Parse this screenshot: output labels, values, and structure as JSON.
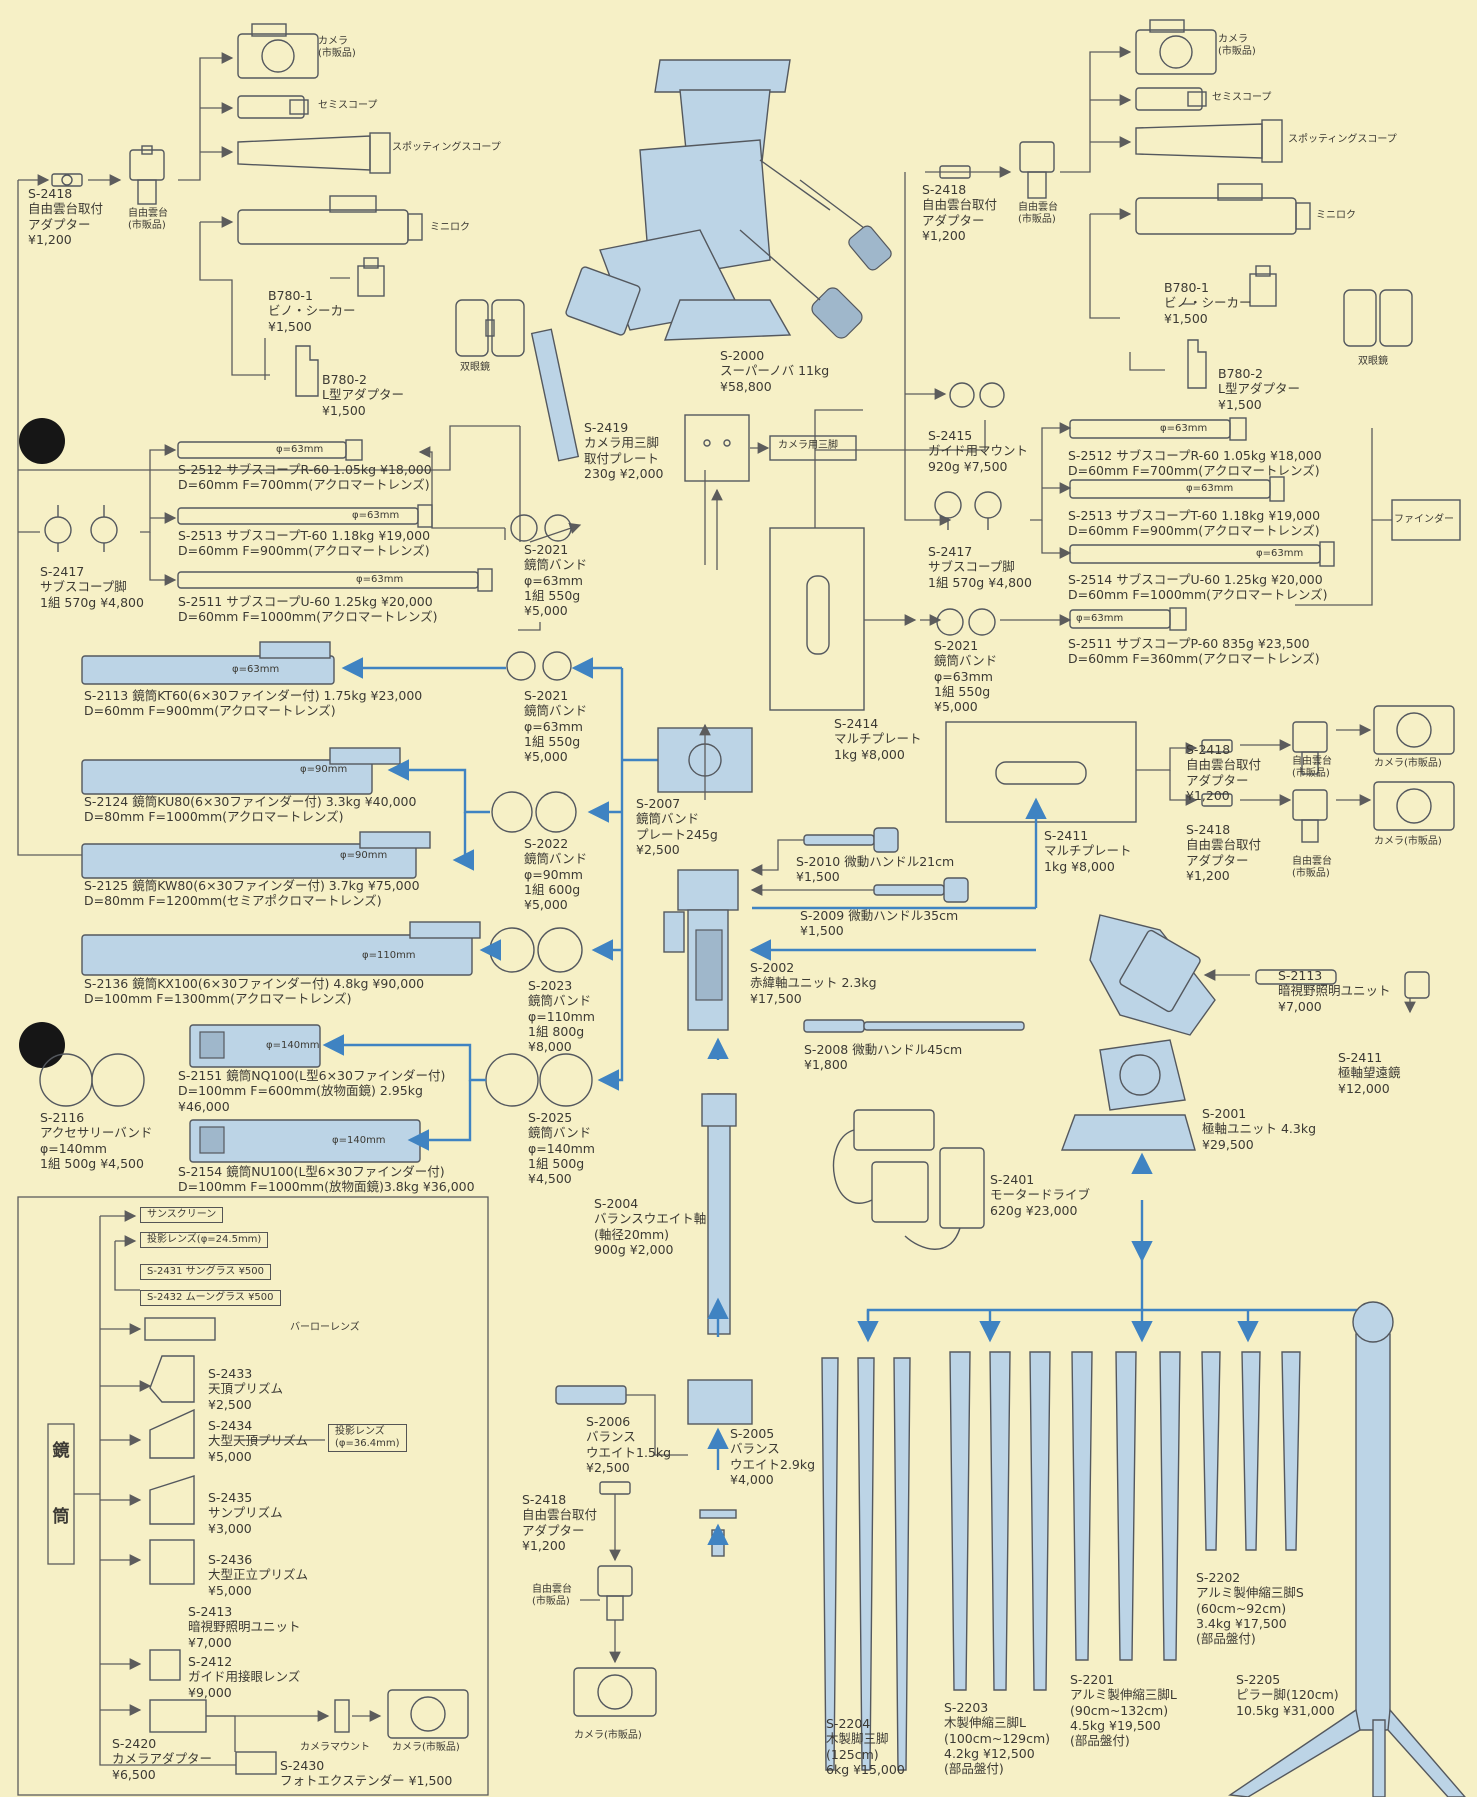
{
  "labels": {
    "camera_top_left": "カメラ\n(市販品)",
    "semiscope_top_left": "セミスコープ",
    "spotting_top_left": "スポッティングスコープ",
    "mirok_top_left": "ミニロク",
    "s2418_left": "S-2418\n自由雲台取付\nアダプター\n¥1,200",
    "free_head_left": "自由雲台\n(市販品)",
    "b780_1_left": "B780-1\nビノ・シーカー\n¥1,500",
    "b780_2_left": "B780-2\nL型アダプター\n¥1,500",
    "binocular_left": "双眼鏡",
    "s2000": "S-2000\nスーパーノバ 11kg\n¥58,800",
    "camera_top_right": "カメラ\n(市販品)",
    "semiscope_top_right": "セミスコープ",
    "spotting_top_right": "スポッティングスコープ",
    "mirok_top_right": "ミニロク",
    "s2418_right": "S-2418\n自由雲台取付\nアダプター\n¥1,200",
    "free_head_right": "自由雲台\n(市販品)",
    "b780_1_right": "B780-1\nビノ・シーカー\n¥1,500",
    "b780_2_right": "B780-2\nL型アダプター\n¥1,500",
    "binocular_right": "双眼鏡",
    "phi63_a": "φ=63mm",
    "s2512_left": "S-2512 サブスコープR-60 1.05kg ¥18,000\nD=60mm F=700mm(アクロマートレンズ)",
    "phi63_b": "φ=63mm",
    "s2513_left": "S-2513 サブスコープT-60 1.18kg ¥19,000\nD=60mm F=900mm(アクロマートレンズ)",
    "phi63_c": "φ=63mm",
    "s2511_left": "S-2511 サブスコープU-60 1.25kg ¥20,000\nD=60mm F=1000mm(アクロマートレンズ)",
    "s2417_left": "S-2417\nサブスコープ脚\n1組 570g ¥4,800",
    "s2021_top": "S-2021\n鏡筒バンド\nφ=63mm\n1組 550g\n¥5,000",
    "s2419": "S-2419\nカメラ用三脚\n取付プレート\n230g ¥2,000",
    "camera_tripod": "カメラ用三脚",
    "s2415": "S-2415\nガイド用マウント\n920g ¥7,500",
    "s2417_right": "S-2417\nサブスコープ脚\n1組 570g ¥4,800",
    "phi63_d": "φ=63mm",
    "s2512_right": "S-2512 サブスコープR-60 1.05kg ¥18,000\nD=60mm F=700mm(アクロマートレンズ)",
    "phi63_e": "φ=63mm",
    "s2513_right": "S-2513 サブスコープT-60 1.18kg ¥19,000\nD=60mm F=900mm(アクロマートレンズ)",
    "finder": "ファインダー",
    "phi63_f": "φ=63mm",
    "s2514_right": "S-2514 サブスコープU-60 1.25kg ¥20,000\nD=60mm F=1000mm(アクロマートレンズ)",
    "phi63_g": "φ=63mm",
    "s2511_right": "S-2511 サブスコープP-60 835g ¥23,500\nD=60mm F=360mm(アクロマートレンズ)",
    "s2021_right": "S-2021\n鏡筒バンド\nφ=63mm\n1組 550g\n¥5,000",
    "phi63_h": "φ=63mm",
    "s2113_kt60": "S-2113 鏡筒KT60(6×30ファインダー付) 1.75kg ¥23,000\nD=60mm F=900mm(アクロマートレンズ)",
    "s2021_mid": "S-2021\n鏡筒バンド\nφ=63mm\n1組 550g\n¥5,000",
    "s2007": "S-2007\n鏡筒バンド\nプレート245g\n¥2,500",
    "s2414": "S-2414\nマルチプレート\n1kg ¥8,000",
    "s2418_r2a": "S-2418\n自由雲台取付\nアダプター\n¥1,200",
    "free_head_r2a": "自由雲台\n(市販品)",
    "camera_r2a": "カメラ(市販品)",
    "phi90_a": "φ=90mm",
    "s2124": "S-2124 鏡筒KU80(6×30ファインダー付) 3.3kg ¥40,000\nD=80mm F=1000mm(アクロマートレンズ)",
    "phi90_b": "φ=90mm",
    "s2125": "S-2125 鏡筒KW80(6×30ファインダー付) 3.7kg ¥75,000\nD=80mm F=1200mm(セミアポクロマートレンズ)",
    "s2022": "S-2022\n鏡筒バンド\nφ=90mm\n1組 600g\n¥5,000",
    "s2411": "S-2411\nマルチプレート\n1kg ¥8,000",
    "s2418_r2b": "S-2418\n自由雲台取付\nアダプター\n¥1,200",
    "free_head_r2b": "自由雲台\n(市販品)",
    "camera_r2b": "カメラ(市販品)",
    "s2010": "S-2010 微動ハンドル21cm\n¥1,500",
    "s2009": "S-2009 微動ハンドル35cm\n¥1,500",
    "phi110": "φ=110mm",
    "s2136": "S-2136 鏡筒KX100(6×30ファインダー付) 4.8kg ¥90,000\nD=100mm F=1300mm(アクロマートレンズ)",
    "s2023": "S-2023\n鏡筒バンド\nφ=110mm\n1組 800g\n¥8,000",
    "s2002": "S-2002\n赤緯軸ユニット 2.3kg\n¥17,500",
    "s2113_illum": "S-2113\n暗視野照明ユニット\n¥7,000",
    "phi140_a": "φ=140mm",
    "s2151": "S-2151 鏡筒NQ100(L型6×30ファインダー付)\nD=100mm F=600mm(放物面鏡) 2.95kg\n¥46,000",
    "s2008": "S-2008 微動ハンドル45cm\n¥1,800",
    "s2411b": "S-2411\n極軸望遠鏡\n¥12,000",
    "phi140_b": "φ=140mm",
    "s2154": "S-2154 鏡筒NU100(L型6×30ファインダー付)\nD=100mm F=1000mm(放物面鏡)3.8kg ¥36,000",
    "s2116": "S-2116\nアクセサリーバンド\nφ=140mm\n1組 500g ¥4,500",
    "s2025": "S-2025\n鏡筒バンド\nφ=140mm\n1組 500g\n¥4,500",
    "s2001": "S-2001\n極軸ユニット 4.3kg\n¥29,500",
    "sunscreen": "サンスクリーン",
    "proj_lens_215": "投影レンズ(φ=24.5mm)",
    "s2431": "S-2431 サングラス ¥500",
    "s2432": "S-2432 ムーングラス ¥500",
    "barlow": "バーローレンズ",
    "s2433": "S-2433\n天頂プリズム\n¥2,500",
    "s2434": "S-2434\n大型天頂プリズム\n¥5,000",
    "proj_lens_364": "投影レンズ\n(φ=36.4mm)",
    "s2435": "S-2435\nサンプリズム\n¥3,000",
    "s2436": "S-2436\n大型正立プリズム\n¥5,000",
    "s2413": "S-2413\n暗視野照明ユニット\n¥7,000",
    "s2412": "S-2412\nガイド用接眼レンズ\n¥9,000",
    "s2420": "S-2420\nカメラアダプター\n¥6,500",
    "camera_mount": "カメラマウント",
    "camera_bl": "カメラ(市販品)",
    "s2430": "S-2430\nフォトエクステンダー ¥1,500",
    "tube_v1": "鏡",
    "tube_v2": "筒",
    "s2401": "S-2401\nモータードライブ\n620g ¥23,000",
    "s2004": "S-2004\nバランスウエイト軸\n(軸径20mm)\n900g ¥2,000",
    "s2006": "S-2006\nバランス\nウエイト1.5kg\n¥2,500",
    "s2005": "S-2005\nバランス\nウエイト2.9kg\n¥4,000",
    "s2418_bottom": "S-2418\n自由雲台取付\nアダプター\n¥1,200",
    "free_head_bottom": "自由雲台\n(市販品)",
    "camera_bottom": "カメラ(市販品)",
    "s2204": "S-2204\n木製脚三脚\n(125cm)\n6kg ¥15,000",
    "s2203": "S-2203\n木製伸縮三脚L\n(100cm~129cm)\n4.2kg ¥12,500\n(部品盤付)",
    "s2201": "S-2201\nアルミ製伸縮三脚L\n(90cm~132cm)\n4.5kg ¥19,500\n(部品盤付)",
    "s2202": "S-2202\nアルミ製伸縮三脚S\n(60cm~92cm)\n3.4kg ¥17,500\n(部品盤付)",
    "s2205": "S-2205\nピラー脚(120cm)\n10.5kg ¥31,000"
  },
  "colors": {
    "background": "#f6f0c6",
    "part_fill": "#bcd4e6",
    "flow_blue": "#3f83c2",
    "line_gray": "#5c5c5c"
  }
}
